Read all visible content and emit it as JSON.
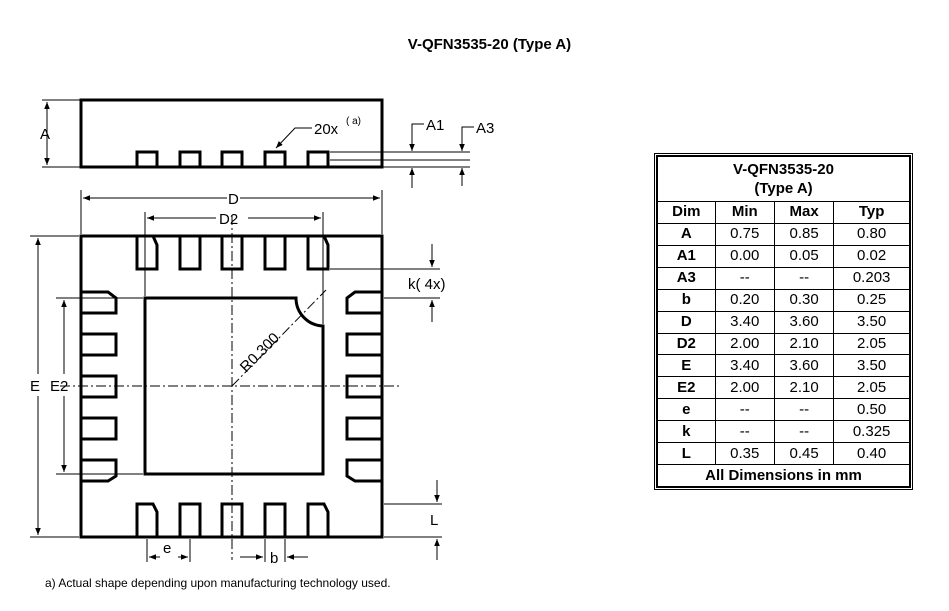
{
  "title": "V-QFN3535-20 (Type A)",
  "labels": {
    "A": "A",
    "A1": "A1",
    "A3": "A3",
    "pins_note": "20x",
    "pins_note_sup": "( a)",
    "D": "D",
    "D2": "D2",
    "E": "E",
    "E2": "E2",
    "k": "k(  4x)",
    "radius": "R0.300",
    "e": "e",
    "b": "b",
    "L": "L"
  },
  "table": {
    "title_line1": "V-QFN3535-20",
    "title_line2": "(Type A)",
    "headers": [
      "Dim",
      "Min",
      "Max",
      "Typ"
    ],
    "rows": [
      [
        "A",
        "0.75",
        "0.85",
        "0.80"
      ],
      [
        "A1",
        "0.00",
        "0.05",
        "0.02"
      ],
      [
        "A3",
        "--",
        "--",
        "0.203"
      ],
      [
        "b",
        "0.20",
        "0.30",
        "0.25"
      ],
      [
        "D",
        "3.40",
        "3.60",
        "3.50"
      ],
      [
        "D2",
        "2.00",
        "2.10",
        "2.05"
      ],
      [
        "E",
        "3.40",
        "3.60",
        "3.50"
      ],
      [
        "E2",
        "2.00",
        "2.10",
        "2.05"
      ],
      [
        "e",
        "--",
        "--",
        "0.50"
      ],
      [
        "k",
        "--",
        "--",
        "0.325"
      ],
      [
        "L",
        "0.35",
        "0.45",
        "0.40"
      ]
    ],
    "footer": "All Dimensions in mm"
  },
  "footnote": "a)  Actual shape depending upon manufacturing technology used."
}
